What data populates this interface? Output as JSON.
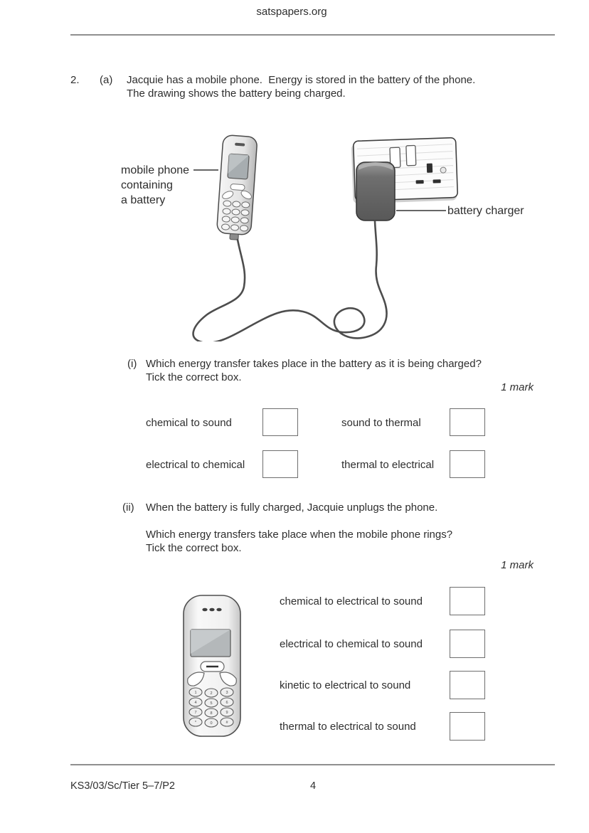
{
  "page": {
    "header": {
      "site": "satspapers.org"
    },
    "footer": {
      "paper_code": "KS3/03/Sc/Tier 5–7/P2",
      "page_number": "4"
    }
  },
  "question": {
    "number": "2.",
    "part_label": "(a)",
    "intro_line1": "Jacquie has a mobile phone.  Energy is stored in the battery of the phone.",
    "intro_line2": "The drawing shows the battery being charged.",
    "diagram": {
      "label_phone_line1": "mobile phone",
      "label_phone_line2": "containing",
      "label_phone_line3": "a battery",
      "label_charger": "battery charger",
      "keypad": [
        "1",
        "2",
        "3",
        "4",
        "5",
        "6",
        "7",
        "8",
        "9",
        "*",
        "0",
        "#"
      ]
    },
    "part_i": {
      "marker": "(i)",
      "prompt_line1": "Which energy transfer takes place in the battery as it is being charged?",
      "prompt_line2": "Tick the correct box.",
      "mark": "1 mark",
      "options": [
        "chemical to sound",
        "sound to thermal",
        "electrical to chemical",
        "thermal to electrical"
      ]
    },
    "part_ii": {
      "marker": "(ii)",
      "statement": "When the battery is fully charged, Jacquie unplugs the phone.",
      "prompt_line1": "Which energy transfers take place when the mobile phone rings?",
      "prompt_line2": "Tick the correct box.",
      "mark": "1 mark",
      "options": [
        "chemical to electrical to sound",
        "electrical to chemical to sound",
        "kinetic to electrical to sound",
        "thermal to electrical to sound"
      ]
    }
  }
}
